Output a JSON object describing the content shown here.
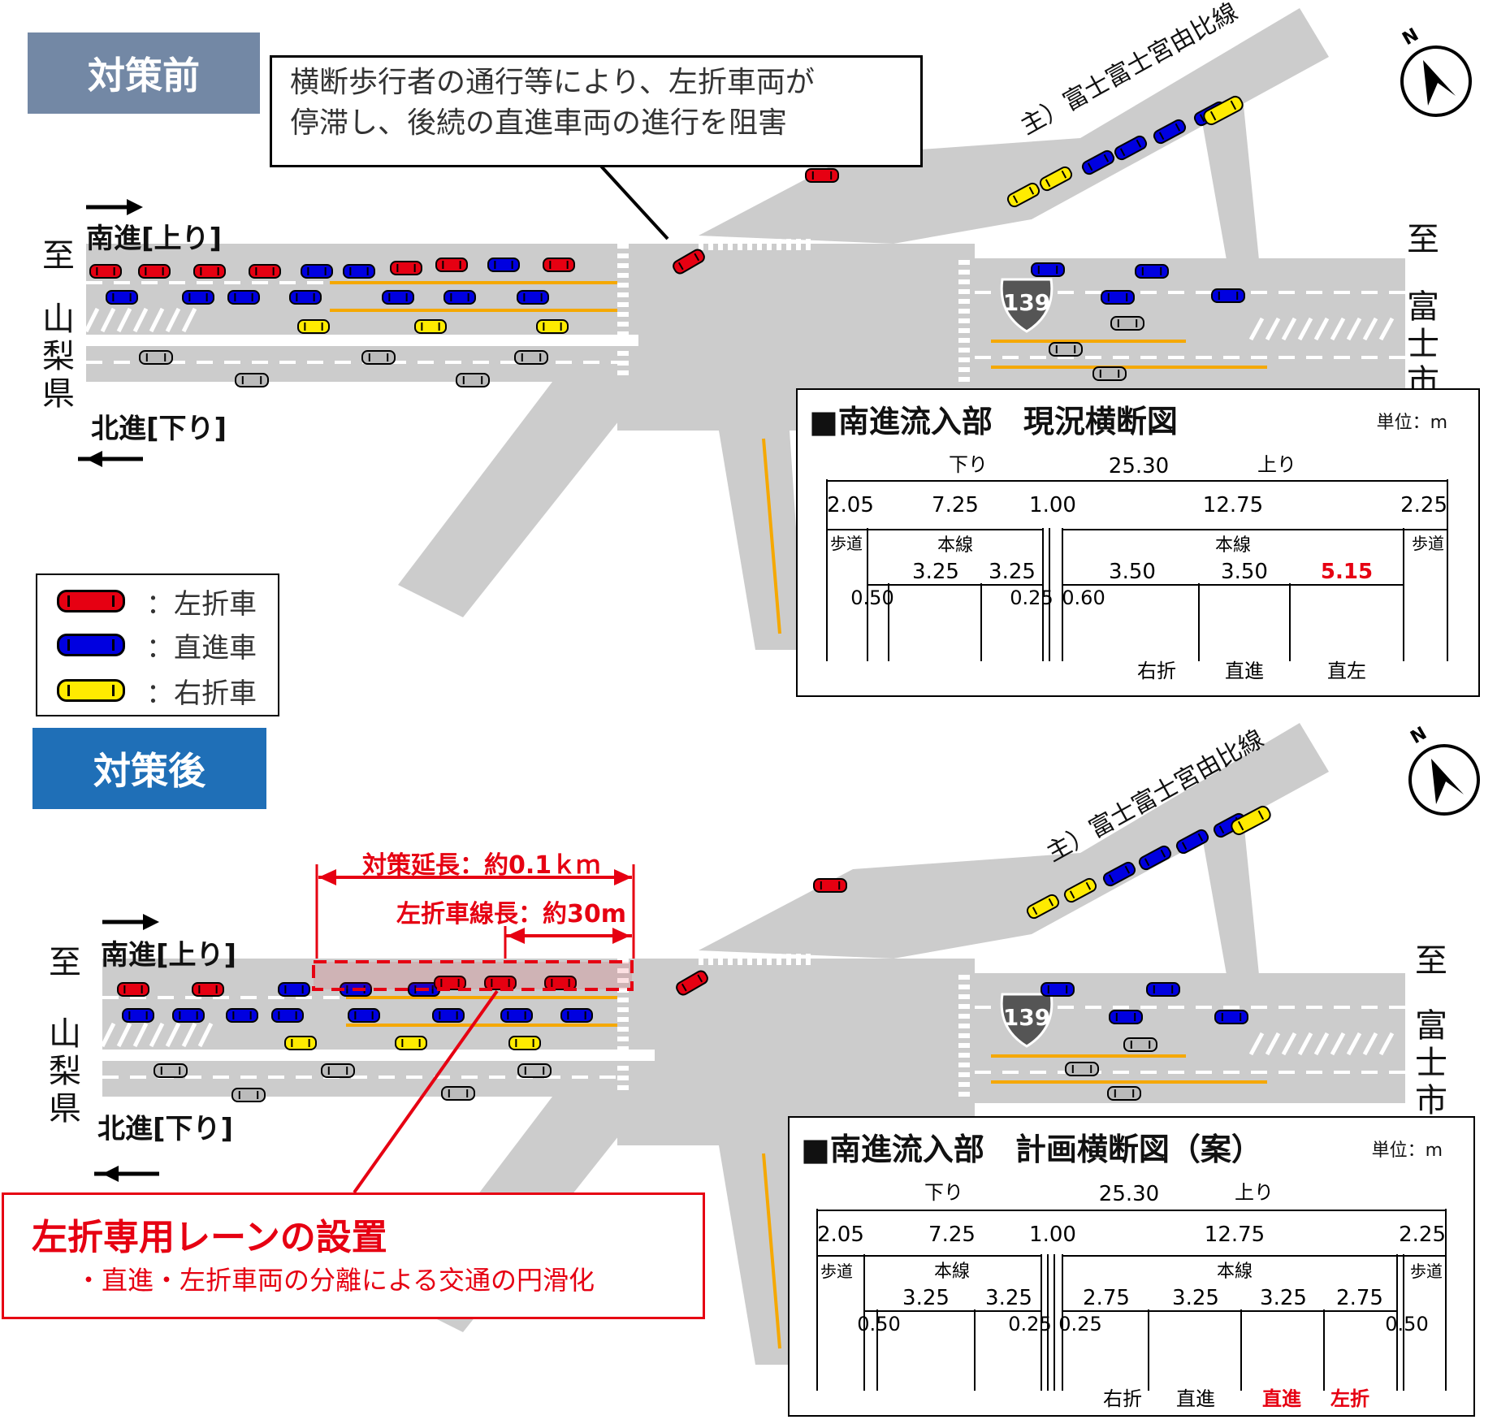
{
  "before": {
    "header": "対策前",
    "header_color": "#7388a5",
    "callout_line1": "横断歩行者の通行等により、左折車両が",
    "callout_line2": "停滞し、後続の直進車両の進行を阻害",
    "road_name": "主）富士富士宮由比線",
    "route_shield": "139",
    "west_to": "至",
    "west_place": [
      "山",
      "梨",
      "県"
    ],
    "east_to": "至",
    "east_place": [
      "富",
      "士",
      "市"
    ],
    "south_dir": "南進[上り]",
    "north_dir": "北進[下り]"
  },
  "after": {
    "header": "対策後",
    "header_color": "#1f6fb7",
    "road_name": "主）富士富士宮由比線",
    "route_shield": "139",
    "west_to": "至",
    "west_place": [
      "山",
      "梨",
      "県"
    ],
    "east_to": "至",
    "east_place": [
      "富",
      "士",
      "市"
    ],
    "south_dir": "南進[上り]",
    "north_dir": "北進[下り]",
    "extension_label": "対策延長：約0.1ｋｍ",
    "lane_length_label": "左折車線長：約30m",
    "note_title": "左折専用レーンの設置",
    "note_body": "・直進・左折車両の分離による交通の円滑化"
  },
  "legend": {
    "items": [
      {
        "label": "：左折車",
        "color": "#e60012"
      },
      {
        "label": "：直進車",
        "color": "#0000e0"
      },
      {
        "label": "：右折車",
        "color": "#ffeb00"
      }
    ]
  },
  "current_section": {
    "title": "■南進流入部　現況横断図",
    "unit": "単位：m",
    "down": "下り",
    "up": "上り",
    "total": "25.30",
    "row1": [
      "2.05",
      "7.25",
      "1.00",
      "12.75",
      "2.25"
    ],
    "sidewalk": "歩道",
    "mainline": "本線",
    "lanes": [
      "3.25",
      "3.25",
      "3.50",
      "3.50",
      "5.15"
    ],
    "small": [
      "0.50",
      "0.25",
      "0.60"
    ],
    "lane_names": [
      "右折",
      "直進",
      "直左"
    ],
    "highlight_color": "#e60012"
  },
  "plan_section": {
    "title": "■南進流入部　計画横断図（案）",
    "unit": "単位：m",
    "down": "下り",
    "up": "上り",
    "total": "25.30",
    "row1": [
      "2.05",
      "7.25",
      "1.00",
      "12.75",
      "2.25"
    ],
    "sidewalk": "歩道",
    "mainline": "本線",
    "lanes": [
      "3.25",
      "3.25",
      "2.75",
      "3.25",
      "3.25",
      "2.75"
    ],
    "small": [
      "0.50",
      "0.25",
      "0.25",
      "0.50"
    ],
    "lane_names": [
      "右折",
      "直進",
      "直進",
      "左折"
    ],
    "highlight_color": "#e60012"
  }
}
